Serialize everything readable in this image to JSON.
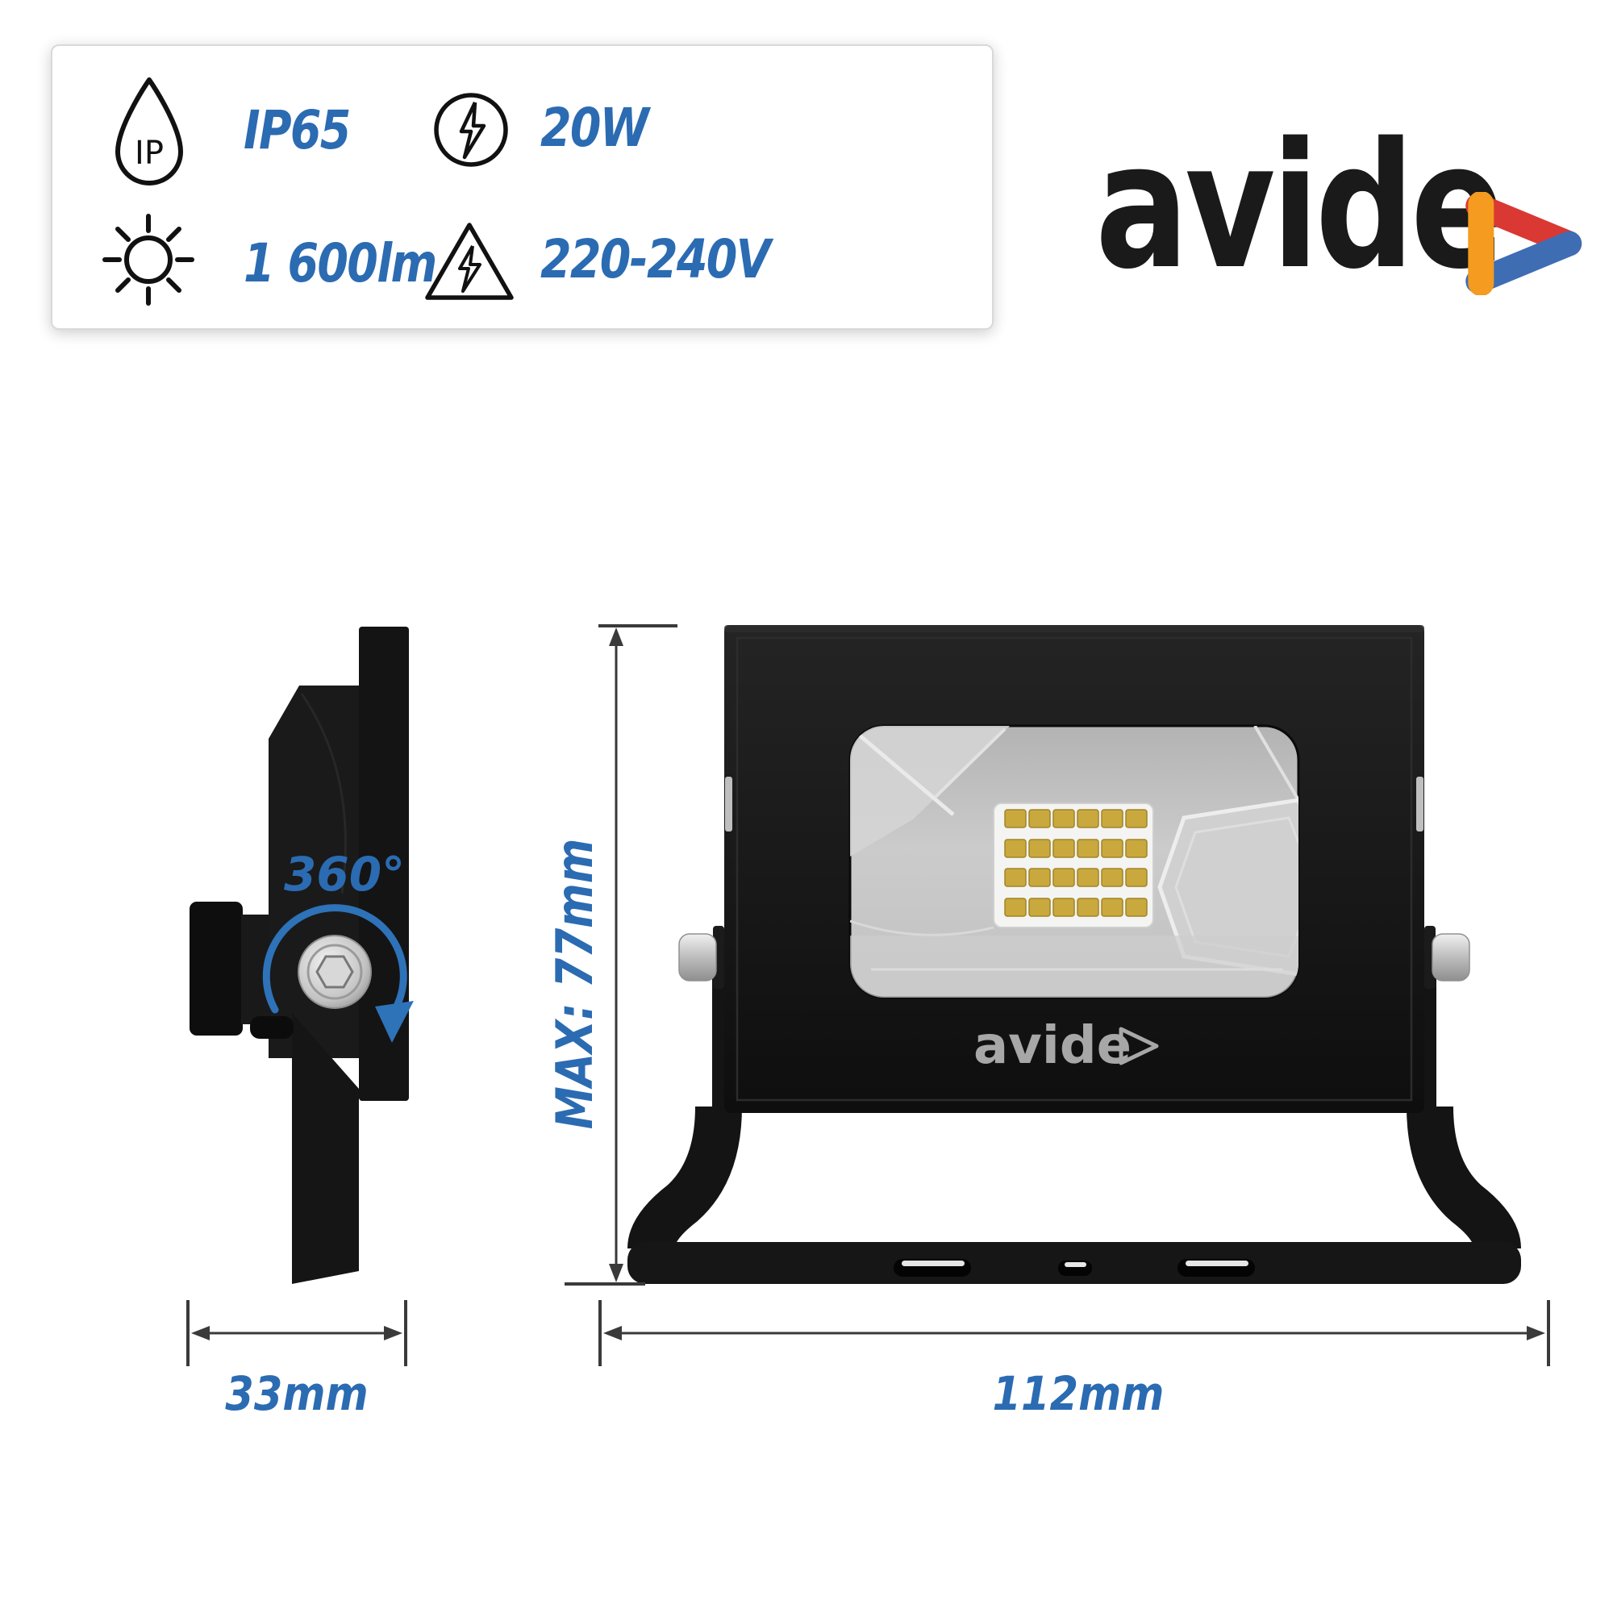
{
  "spec_card": {
    "items": [
      {
        "id": "ip_rating",
        "icon": "water-drop-ip-icon",
        "label": "IP65"
      },
      {
        "id": "luminous_flux",
        "icon": "sun-brightness-icon",
        "label": "1 600lm"
      },
      {
        "id": "wattage",
        "icon": "lightning-circle-icon",
        "label": "20W"
      },
      {
        "id": "voltage",
        "icon": "lightning-triangle-icon",
        "label": "220-240V"
      }
    ]
  },
  "brand": {
    "wordmark": "avide"
  },
  "drawings": {
    "side_view": {
      "rotation_label": "360°",
      "depth_dimension": "33mm"
    },
    "front_view": {
      "height_dimension": "MAX: 77mm",
      "width_dimension": "112mm",
      "device_logo": "avide",
      "led_grid": {
        "rows": 4,
        "columns": 6
      }
    }
  },
  "colors": {
    "accent_blue": "#2b6bb2",
    "brand_orange": "#f49b20",
    "brand_red": "#da3832",
    "brand_blue": "#3e6db4",
    "led_yellow": "#c9a83d",
    "led_yellow_edge": "#a18429",
    "body_black": "#151515",
    "reflector_grey": "#c6c6c6"
  }
}
